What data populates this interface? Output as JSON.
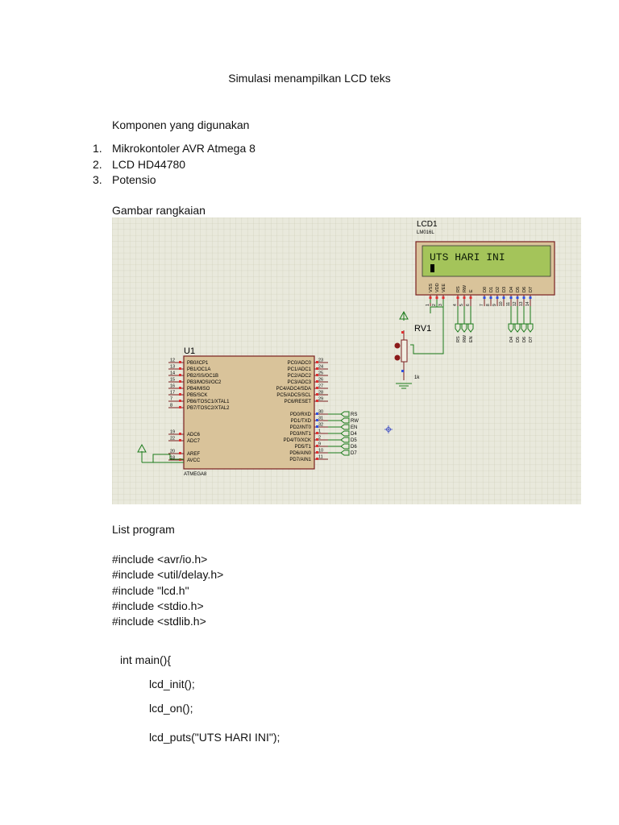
{
  "doc": {
    "title": "Simulasi menampilkan LCD teks",
    "components_heading": "Komponen yang digunakan",
    "components": [
      {
        "num": "1.",
        "text": "Mikrokontoler AVR Atmega 8"
      },
      {
        "num": "2.",
        "text": "LCD HD44780"
      },
      {
        "num": "3.",
        "text": "Potensio"
      }
    ],
    "circuit_heading": "Gambar rangkaian",
    "program_heading": "List program",
    "includes": [
      "#include <avr/io.h>",
      "#include <util/delay.h>",
      "#include \"lcd.h\"",
      "#include <stdio.h>",
      "#include <stdlib.h>"
    ],
    "code_main": "int main(){",
    "code_body": [
      "lcd_init();",
      "lcd_on();",
      "lcd_puts(\"UTS HARI INI\");"
    ]
  },
  "schematic": {
    "lcd_name": "LCD1",
    "lcd_model": "LM016L",
    "lcd_display_text": "UTS HARI INI",
    "lcd_pins": [
      "VSS",
      "VDD",
      "VEE",
      "RS",
      "RW",
      "E",
      "D0",
      "D1",
      "D2",
      "D3",
      "D4",
      "D5",
      "D6",
      "D7"
    ],
    "lcd_pin_numbers": [
      "1",
      "2",
      "3",
      "4",
      "5",
      "6",
      "7",
      "8",
      "9",
      "10",
      "11",
      "12",
      "13",
      "14"
    ],
    "lcd_ctrl_net_labels": [
      "RS",
      "RW",
      "EN"
    ],
    "lcd_data_net_labels": [
      "D4",
      "D5",
      "D6",
      "D7"
    ],
    "pot_name": "RV1",
    "pot_value": "1k",
    "mcu_name": "U1",
    "mcu_model": "ATMEGA8",
    "mcu_left_pins": [
      {
        "num": "12",
        "name": "PB0/ICP1"
      },
      {
        "num": "13",
        "name": "PB1/OC1A"
      },
      {
        "num": "14",
        "name": "PB2/SS/OC1B"
      },
      {
        "num": "15",
        "name": "PB3/MOSI/OC2"
      },
      {
        "num": "16",
        "name": "PB4/MISO"
      },
      {
        "num": "17",
        "name": "PB5/SCK"
      },
      {
        "num": "7",
        "name": "PB6/TOSC1/XTAL1"
      },
      {
        "num": "8",
        "name": "PB7/TOSC2/XTAL2"
      },
      {
        "num": "19",
        "name": "ADC6"
      },
      {
        "num": "22",
        "name": "ADC7"
      },
      {
        "num": "20",
        "name": "AREF"
      },
      {
        "num": "18",
        "name": "AVCC"
      }
    ],
    "mcu_right_pins": [
      {
        "num": "23",
        "name": "PC0/ADC0"
      },
      {
        "num": "24",
        "name": "PC1/ADC1"
      },
      {
        "num": "25",
        "name": "PC2/ADC2"
      },
      {
        "num": "26",
        "name": "PC3/ADC3"
      },
      {
        "num": "27",
        "name": "PC4/ADC4/SDA"
      },
      {
        "num": "28",
        "name": "PC5/ADC5/SCL"
      },
      {
        "num": "29",
        "name": "PC6/RESET"
      },
      {
        "num": "30",
        "name": "PD0/RXD"
      },
      {
        "num": "31",
        "name": "PD1/TXD"
      },
      {
        "num": "32",
        "name": "PD2/INT0"
      },
      {
        "num": "1",
        "name": "PD3/INT1"
      },
      {
        "num": "2",
        "name": "PD4/T0/XCK"
      },
      {
        "num": "9",
        "name": "PD5/T1"
      },
      {
        "num": "10",
        "name": "PD6/AIN0"
      },
      {
        "num": "11",
        "name": "PD7/AIN1"
      }
    ],
    "mcu_net_labels": [
      "RS",
      "RW",
      "EN",
      "D4",
      "D5",
      "D6",
      "D7"
    ]
  }
}
